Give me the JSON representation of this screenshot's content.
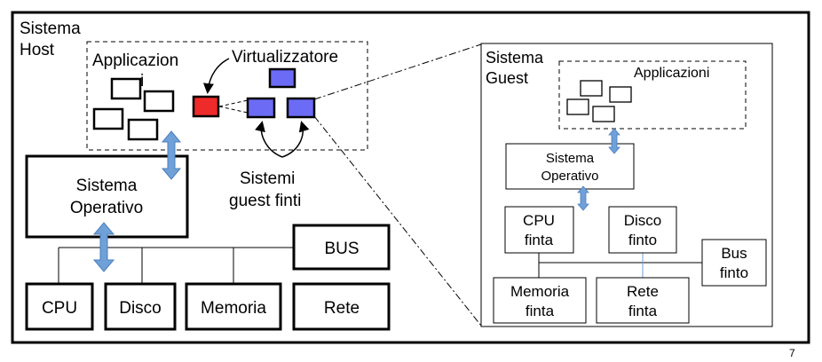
{
  "host": {
    "title_line1": "Sistema",
    "title_line2": "Host",
    "apps_label_line1": "Applicazion",
    "apps_label_line2": "i",
    "virtualizer_label": "Virtualizzatore",
    "os_line1": "Sistema",
    "os_line2": "Operativo",
    "fake_guests_line1": "Sistemi",
    "fake_guests_line2": "guest finti",
    "bus": "BUS",
    "cpu": "CPU",
    "disk": "Disco",
    "memory": "Memoria",
    "network": "Rete"
  },
  "guest": {
    "title_line1": "Sistema",
    "title_line2": "Guest",
    "apps_label": "Applicazioni",
    "os_line1": "Sistema",
    "os_line2": "Operativo",
    "cpu_line1": "CPU",
    "cpu_line2": "finta",
    "disk_line1": "Disco",
    "disk_line2": "finto",
    "bus_line1": "Bus",
    "bus_line2": "finto",
    "memory_line1": "Memoria",
    "memory_line2": "finta",
    "network_line1": "Rete",
    "network_line2": "finta"
  },
  "page_number": "7",
  "colors": {
    "red_vm": "#ee2a2a",
    "blue_vm": "#6b6bf5",
    "arrow": "#6fa0d8"
  }
}
